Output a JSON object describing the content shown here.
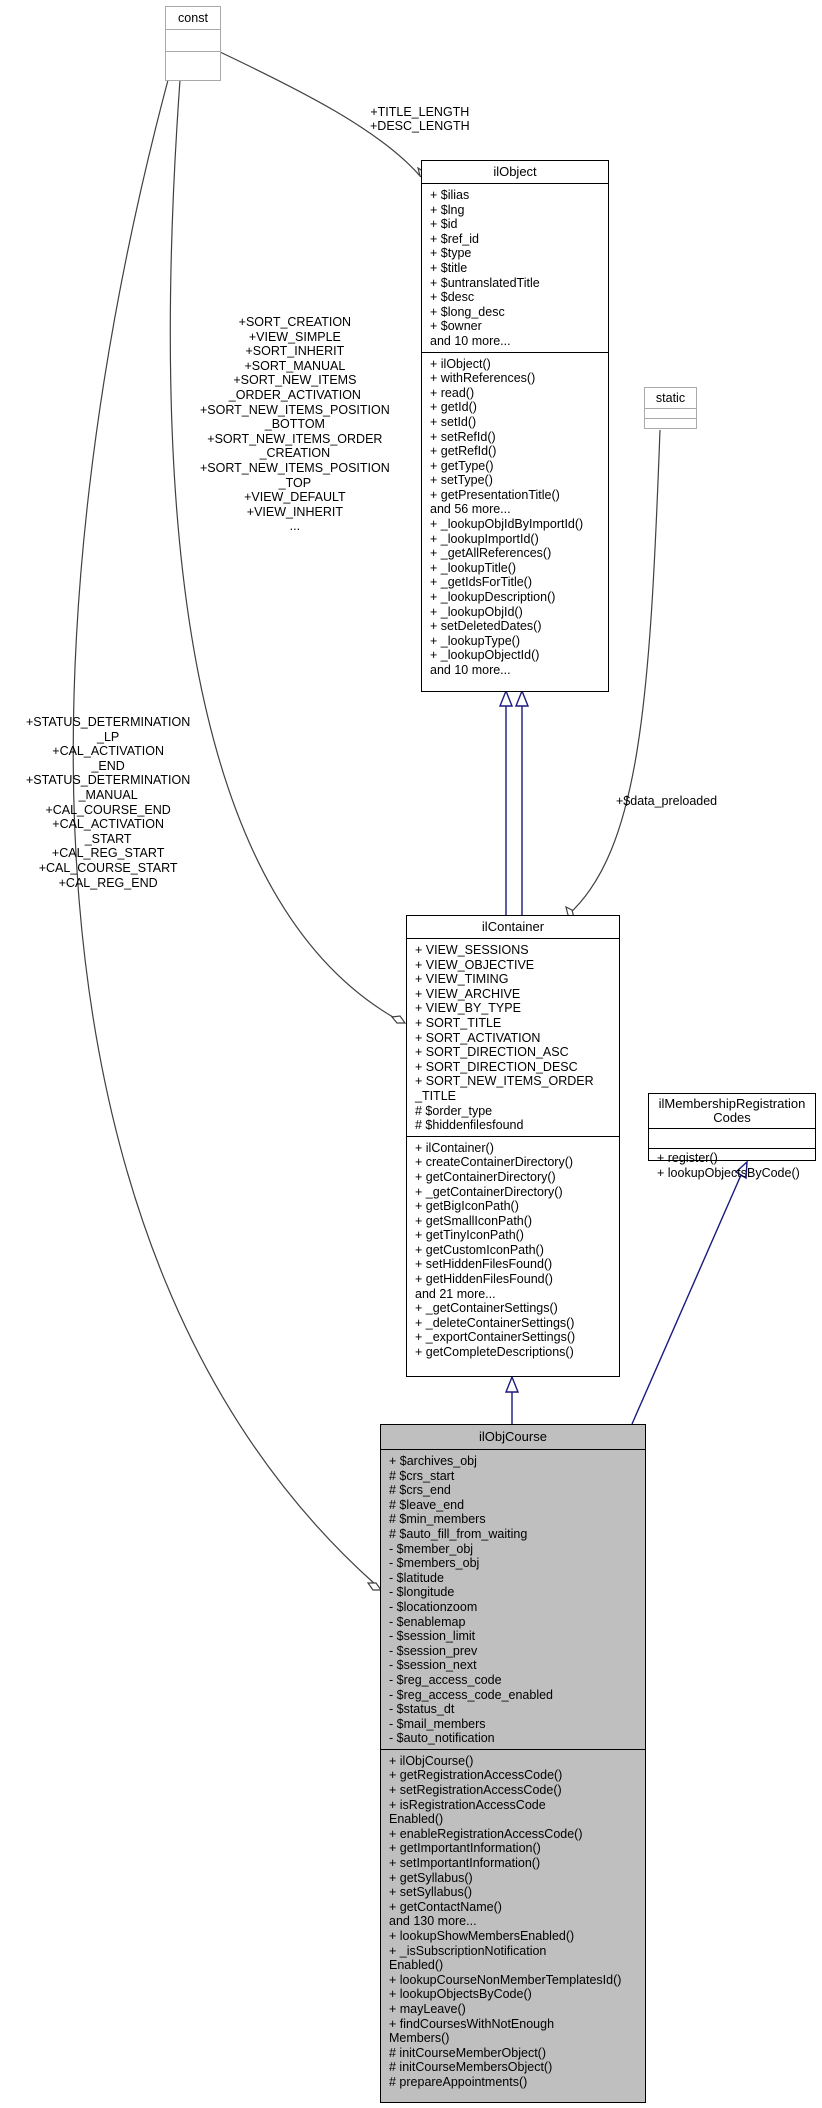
{
  "classes": {
    "const": {
      "name": "const",
      "attributes": [],
      "methods": []
    },
    "static": {
      "name": "static",
      "attributes": [],
      "methods": []
    },
    "ilObject": {
      "name": "ilObject",
      "attributes": [
        "+ $ilias",
        "+ $lng",
        "+ $id",
        "+ $ref_id",
        "+ $type",
        "+ $title",
        "+ $untranslatedTitle",
        "+ $desc",
        "+ $long_desc",
        "+ $owner",
        "and 10 more..."
      ],
      "methods": [
        "+ ilObject()",
        "+ withReferences()",
        "+ read()",
        "+ getId()",
        "+ setId()",
        "+ setRefId()",
        "+ getRefId()",
        "+ getType()",
        "+ setType()",
        "+ getPresentationTitle()",
        "and 56 more...",
        "+ _lookupObjIdByImportId()",
        "+ _lookupImportId()",
        "+ _getAllReferences()",
        "+ _lookupTitle()",
        "+ _getIdsForTitle()",
        "+ _lookupDescription()",
        "+ _lookupObjId()",
        "+ setDeletedDates()",
        "+ _lookupType()",
        "+ _lookupObjectId()",
        "and 10 more..."
      ]
    },
    "ilContainer": {
      "name": "ilContainer",
      "attributes": [
        "+ VIEW_SESSIONS",
        "+ VIEW_OBJECTIVE",
        "+ VIEW_TIMING",
        "+ VIEW_ARCHIVE",
        "+ VIEW_BY_TYPE",
        "+ SORT_TITLE",
        "+ SORT_ACTIVATION",
        "+ SORT_DIRECTION_ASC",
        "+ SORT_DIRECTION_DESC",
        "+ SORT_NEW_ITEMS_ORDER",
        "_TITLE",
        "# $order_type",
        "# $hiddenfilesfound"
      ],
      "methods": [
        "+ ilContainer()",
        "+ createContainerDirectory()",
        "+ getContainerDirectory()",
        "+ _getContainerDirectory()",
        "+ getBigIconPath()",
        "+ getSmallIconPath()",
        "+ getTinyIconPath()",
        "+ getCustomIconPath()",
        "+ setHiddenFilesFound()",
        "+ getHiddenFilesFound()",
        "and 21 more...",
        "+ _getContainerSettings()",
        "+ _deleteContainerSettings()",
        "+ _exportContainerSettings()",
        "+ getCompleteDescriptions()"
      ]
    },
    "ilMembershipRegistrationCodes": {
      "name": "ilMembershipRegistration\nCodes",
      "attributes": [],
      "methods": [
        "+ register()",
        "+ lookupObjectsByCode()"
      ]
    },
    "ilObjCourse": {
      "name": "ilObjCourse",
      "attributes": [
        "+ $archives_obj",
        "# $crs_start",
        "# $crs_end",
        "# $leave_end",
        "# $min_members",
        "# $auto_fill_from_waiting",
        "- $member_obj",
        "- $members_obj",
        "- $latitude",
        "- $longitude",
        "- $locationzoom",
        "- $enablemap",
        "- $session_limit",
        "- $session_prev",
        "- $session_next",
        "- $reg_access_code",
        "- $reg_access_code_enabled",
        "- $status_dt",
        "- $mail_members",
        "- $auto_notification"
      ],
      "methods": [
        "+ ilObjCourse()",
        "+ getRegistrationAccessCode()",
        "+ setRegistrationAccessCode()",
        "+ isRegistrationAccessCode",
        "Enabled()",
        "+ enableRegistrationAccessCode()",
        "+ getImportantInformation()",
        "+ setImportantInformation()",
        "+ getSyllabus()",
        "+ setSyllabus()",
        "+ getContactName()",
        "and 130 more...",
        "+ lookupShowMembersEnabled()",
        "+ _isSubscriptionNotification",
        "Enabled()",
        "+ lookupCourseNonMemberTemplatesId()",
        "+ lookupObjectsByCode()",
        "+ mayLeave()",
        "+ findCoursesWithNotEnough",
        "Members()",
        "# initCourseMemberObject()",
        "# initCourseMembersObject()",
        "# prepareAppointments()"
      ]
    }
  },
  "edge_labels": {
    "const_to_ilObject": "+TITLE_LENGTH\n+DESC_LENGTH",
    "const_to_ilContainer": "+SORT_CREATION\n+VIEW_SIMPLE\n+SORT_INHERIT\n+SORT_MANUAL\n+SORT_NEW_ITEMS\n_ORDER_ACTIVATION\n+SORT_NEW_ITEMS_POSITION\n_BOTTOM\n+SORT_NEW_ITEMS_ORDER\n_CREATION\n+SORT_NEW_ITEMS_POSITION\n_TOP\n+VIEW_DEFAULT\n+VIEW_INHERIT\n...",
    "const_to_ilObjCourse": "+STATUS_DETERMINATION\n_LP\n+CAL_ACTIVATION\n_END\n+STATUS_DETERMINATION\n_MANUAL\n+CAL_COURSE_END\n+CAL_ACTIVATION\n_START\n+CAL_REG_START\n+CAL_COURSE_START\n+CAL_REG_END",
    "static_to_ilContainer": "+$data_preloaded"
  },
  "colors": {
    "inheritance": "#1a1a80",
    "association": "#404040",
    "highlight_fill": "#bfbfbf",
    "ghost_border": "#aaaaaa"
  }
}
